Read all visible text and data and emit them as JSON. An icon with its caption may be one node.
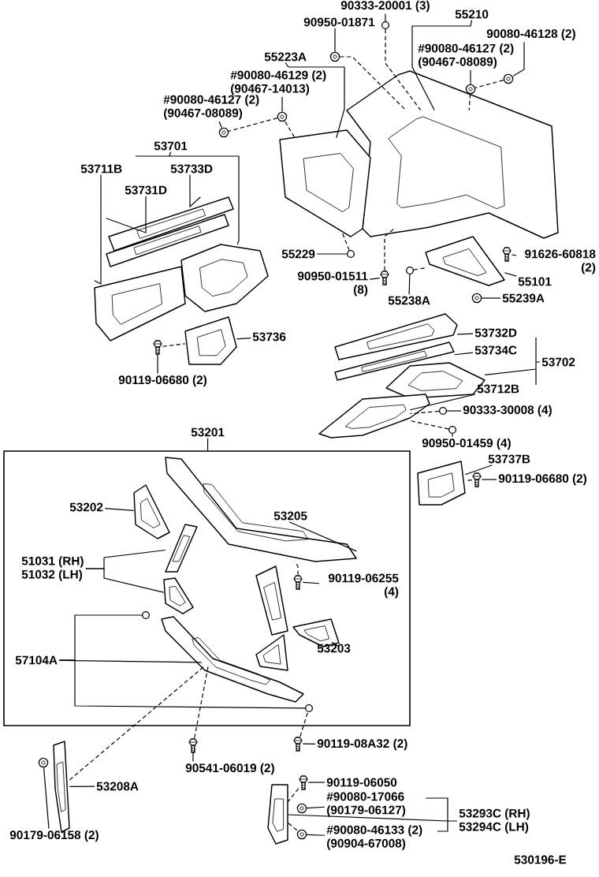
{
  "diagram": {
    "nodes": [
      {
        "text": [
          "90333-20001 (3)"
        ]
      },
      {
        "text": [
          "90950-01871"
        ]
      },
      {
        "text": [
          "55210"
        ]
      },
      {
        "text": [
          "90080-46128 (2)"
        ]
      },
      {
        "text": [
          "#90080-46127 (2)",
          "(90467-08089)"
        ]
      },
      {
        "text": [
          "55223A"
        ]
      },
      {
        "text": [
          "#90080-46129 (2)",
          "(90467-14013)"
        ]
      },
      {
        "text": [
          "#90080-46127 (2)",
          "(90467-08089)"
        ]
      },
      {
        "text": [
          "53701"
        ]
      },
      {
        "text": [
          "53711B"
        ]
      },
      {
        "text": [
          "53733D"
        ]
      },
      {
        "text": [
          "53731D"
        ]
      },
      {
        "text": [
          "55229"
        ]
      },
      {
        "text": [
          "91626-60818 (2)"
        ]
      },
      {
        "text": [
          "90950-01511 (8)"
        ]
      },
      {
        "text": [
          "55238A"
        ]
      },
      {
        "text": [
          "55101"
        ]
      },
      {
        "text": [
          "55239A"
        ]
      },
      {
        "text": [
          "53736"
        ]
      },
      {
        "text": [
          "90119-06680 (2)"
        ]
      },
      {
        "text": [
          "53732D"
        ]
      },
      {
        "text": [
          "53734C"
        ]
      },
      {
        "text": [
          "53702"
        ]
      },
      {
        "text": [
          "53712B"
        ]
      },
      {
        "text": [
          "90333-30008 (4)"
        ]
      },
      {
        "text": [
          "90950-01459 (4)"
        ]
      },
      {
        "text": [
          "53737B"
        ]
      },
      {
        "text": [
          "90119-06680 (2)"
        ]
      },
      {
        "text": [
          "53201"
        ]
      },
      {
        "text": [],
        "shape": "box"
      },
      {
        "text": [
          "53202"
        ],
        "in": 29
      },
      {
        "text": [
          "53205"
        ],
        "in": 29
      },
      {
        "text": [
          "51031 (RH)",
          "51032 (LH)"
        ],
        "in": 29
      },
      {
        "text": [
          "57104A"
        ],
        "in": 29
      },
      {
        "text": [
          "53203"
        ],
        "in": 29
      },
      {
        "text": [
          "90119-06255 (4)"
        ],
        "in": 29
      },
      {
        "text": [
          "90119-08A32 (2)"
        ]
      },
      {
        "text": [
          "90541-06019 (2)"
        ]
      },
      {
        "text": [
          "53208A"
        ]
      },
      {
        "text": [
          "90179-06158 (2)"
        ]
      },
      {
        "text": [
          "90119-06050"
        ]
      },
      {
        "text": [
          "#90080-17066",
          "(90179-06127)"
        ]
      },
      {
        "text": [
          "#90080-46133 (2)",
          "(90904-67008)"
        ]
      },
      {
        "text": [
          "53293C (RH)",
          "53294C (LH)"
        ]
      },
      {
        "text": [],
        "shape": "circle"
      },
      {
        "text": [],
        "shape": "picture"
      },
      {
        "text": [],
        "shape": "picture"
      },
      {
        "text": [],
        "shape": "picture"
      },
      {
        "text": [],
        "shape": "picture"
      },
      {
        "text": [],
        "shape": "picture"
      },
      {
        "text": [],
        "shape": "picture"
      },
      {
        "text": [],
        "shape": "picture"
      },
      {
        "text": [],
        "shape": "picture"
      },
      {
        "text": [],
        "shape": "picture"
      },
      {
        "text": [],
        "shape": "picture"
      },
      {
        "text": [],
        "shape": "picture"
      },
      {
        "text": [],
        "shape": "circle"
      },
      {
        "text": [],
        "shape": "picture"
      },
      {
        "text": [],
        "shape": "circle"
      },
      {
        "text": [],
        "shape": "picture"
      },
      {
        "text": [],
        "shape": "picture"
      },
      {
        "text": [],
        "shape": "picture"
      },
      {
        "text": [],
        "shape": "picture"
      },
      {
        "text": [],
        "shape": "picture"
      },
      {
        "text": [],
        "shape": "picture"
      },
      {
        "text": [],
        "shape": "picture"
      },
      {
        "text": [],
        "shape": "picture"
      },
      {
        "text": [],
        "shape": "picture"
      },
      {
        "text": [],
        "shape": "circle"
      },
      {
        "text": [],
        "shape": "circle"
      },
      {
        "text": [],
        "shape": "picture"
      },
      {
        "text": [],
        "shape": "picture"
      },
      {
        "text": [],
        "shape": "picture",
        "in": 29
      },
      {
        "text": [],
        "shape": "picture",
        "in": 29
      },
      {
        "text": [],
        "shape": "picture",
        "in": 29
      },
      {
        "text": [],
        "shape": "picture",
        "in": 29
      },
      {
        "text": [],
        "shape": "circle",
        "in": 29
      },
      {
        "text": [],
        "shape": "picture",
        "in": 29
      },
      {
        "text": [],
        "shape": "circle",
        "in": 29
      },
      {
        "text": [],
        "shape": "picture",
        "in": 29
      },
      {
        "text": [],
        "shape": "picture",
        "in": 29
      },
      {
        "text": [],
        "shape": "picture"
      },
      {
        "text": [],
        "shape": "picture"
      },
      {
        "text": [],
        "shape": "picture"
      },
      {
        "text": [],
        "shape": "picture"
      },
      {
        "text": [],
        "shape": "picture"
      },
      {
        "text": [],
        "shape": "picture"
      },
      {
        "text": [],
        "shape": "picture"
      },
      {
        "text": [],
        "shape": "picture"
      }
    ],
    "edges": [
      {
        "from": 0,
        "to": 44,
        "arrow": "none"
      },
      {
        "from": 1,
        "to": 45,
        "arrow": "none"
      },
      {
        "from": 2,
        "to": 46,
        "arrow": "none"
      },
      {
        "from": 3,
        "to": 48,
        "arrow": "none"
      },
      {
        "from": 4,
        "to": 49,
        "arrow": "none"
      },
      {
        "from": 5,
        "to": 47,
        "arrow": "none"
      },
      {
        "from": 6,
        "to": 50,
        "arrow": "none"
      },
      {
        "from": 7,
        "to": 51,
        "arrow": "none"
      },
      {
        "from": 8,
        "to": 55,
        "arrow": "none"
      },
      {
        "from": 9,
        "to": 52,
        "arrow": "none"
      },
      {
        "from": 10,
        "to": 54,
        "arrow": "none"
      },
      {
        "from": 11,
        "to": 53,
        "arrow": "none"
      },
      {
        "from": 12,
        "to": 56,
        "arrow": "none"
      },
      {
        "from": 13,
        "to": 60,
        "arrow": "none"
      },
      {
        "from": 14,
        "to": 57,
        "arrow": "none"
      },
      {
        "from": 15,
        "to": 58,
        "arrow": "none"
      },
      {
        "from": 16,
        "to": 59,
        "arrow": "none"
      },
      {
        "from": 17,
        "to": 61,
        "arrow": "none"
      },
      {
        "from": 18,
        "to": 62,
        "arrow": "none"
      },
      {
        "from": 19,
        "to": 63,
        "arrow": "none"
      },
      {
        "from": 20,
        "to": 64,
        "arrow": "none"
      },
      {
        "from": 21,
        "to": 65,
        "arrow": "none"
      },
      {
        "from": 22,
        "to": 66,
        "arrow": "none"
      },
      {
        "from": 23,
        "to": 67,
        "arrow": "none"
      },
      {
        "from": 24,
        "to": 68,
        "arrow": "none"
      },
      {
        "from": 25,
        "to": 69,
        "arrow": "none"
      },
      {
        "from": 26,
        "to": 70,
        "arrow": "none"
      },
      {
        "from": 27,
        "to": 71,
        "arrow": "none"
      },
      {
        "from": 28,
        "to": 29,
        "arrow": "none"
      },
      {
        "from": 30,
        "to": 72,
        "arrow": "none"
      },
      {
        "from": 31,
        "to": 73,
        "arrow": "none"
      },
      {
        "from": 32,
        "to": 74,
        "arrow": "none"
      },
      {
        "from": 32,
        "to": 75,
        "arrow": "none"
      },
      {
        "from": 33,
        "to": 77,
        "arrow": "none"
      },
      {
        "from": 33,
        "to": 76,
        "arrow": "none"
      },
      {
        "from": 33,
        "to": 78,
        "arrow": "none"
      },
      {
        "from": 34,
        "to": 79,
        "arrow": "none"
      },
      {
        "from": 35,
        "to": 80,
        "arrow": "none"
      },
      {
        "from": 36,
        "to": 81,
        "arrow": "none"
      },
      {
        "from": 37,
        "to": 82,
        "arrow": "none"
      },
      {
        "from": 38,
        "to": 83,
        "arrow": "none"
      },
      {
        "from": 39,
        "to": 84,
        "arrow": "none"
      },
      {
        "from": 40,
        "to": 85,
        "arrow": "none"
      },
      {
        "from": 41,
        "to": 86,
        "arrow": "none"
      },
      {
        "from": 42,
        "to": 87,
        "arrow": "none"
      },
      {
        "from": 43,
        "to": 88,
        "arrow": "none"
      },
      {
        "from": 44,
        "to": 46,
        "arrow": "none",
        "style": "dashed"
      },
      {
        "from": 45,
        "to": 46,
        "arrow": "none",
        "style": "dashed"
      },
      {
        "from": 48,
        "to": 49,
        "arrow": "none",
        "style": "dashed"
      },
      {
        "from": 49,
        "to": 46,
        "arrow": "none",
        "style": "dashed"
      },
      {
        "from": 50,
        "to": 51,
        "arrow": "none",
        "style": "dashed"
      },
      {
        "from": 50,
        "to": 47,
        "arrow": "none",
        "style": "dashed"
      },
      {
        "from": 56,
        "to": 47,
        "arrow": "none",
        "style": "dashed"
      },
      {
        "from": 57,
        "to": 46,
        "arrow": "none",
        "style": "dashed"
      },
      {
        "from": 58,
        "to": 59,
        "arrow": "none",
        "style": "dashed"
      },
      {
        "from": 63,
        "to": 62,
        "arrow": "none",
        "style": "dashed"
      },
      {
        "from": 68,
        "to": 67,
        "arrow": "none",
        "style": "dashed"
      },
      {
        "from": 69,
        "to": 67,
        "arrow": "none",
        "style": "dashed"
      },
      {
        "from": 71,
        "to": 70,
        "arrow": "none",
        "style": "dashed"
      },
      {
        "from": 80,
        "to": 73,
        "arrow": "none",
        "style": "dashed"
      },
      {
        "from": 81,
        "to": 78,
        "arrow": "none",
        "style": "dashed"
      },
      {
        "from": 82,
        "to": 77,
        "arrow": "none",
        "style": "dashed"
      },
      {
        "from": 83,
        "to": 77,
        "arrow": "none",
        "style": "dashed"
      },
      {
        "from": 85,
        "to": 88,
        "arrow": "none",
        "style": "dashed"
      },
      {
        "from": 87,
        "to": 88,
        "arrow": "none",
        "style": "dashed"
      }
    ],
    "labels": [
      "530196-E"
    ]
  }
}
